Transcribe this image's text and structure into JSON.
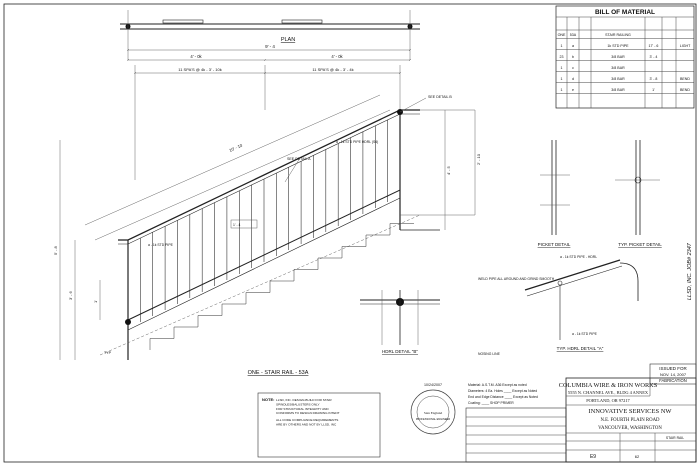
{
  "bom": {
    "title": "BILL OF MATERIAL",
    "rows": [
      {
        "qty": "ONE",
        "mark": "53A",
        "desc": "STAIR RAILING"
      },
      {
        "qty": "1",
        "mark": "a",
        "desc": "1k STD PIPE",
        "len": "17' - 6",
        "rem": "LIGHT"
      },
      {
        "qty": "23",
        "mark": "b",
        "desc": "3/8 BAR",
        "len": "3' - 4"
      },
      {
        "qty": "1",
        "mark": "c",
        "desc": "3/8 BAR"
      },
      {
        "qty": "1",
        "mark": "d",
        "desc": "3/8 BAR",
        "len": "3' - 8",
        "rem": "BEND"
      },
      {
        "qty": "1",
        "mark": "e",
        "desc": "3/8 BAR",
        "len": "1'",
        "rem": "BEND"
      }
    ]
  },
  "views": {
    "plan": "PLAN",
    "main_caption": "ONE - STAIR RAIL - 53A",
    "detail_b": "HDRL DETAIL \"B\"",
    "picket_detail": "PICKET DETAIL",
    "typ_picket_detail": "TYP. PICKET DETAIL",
    "typ_hdrl_detail": "TYP. HDRL DETAIL \"A\"",
    "see_detail_b": "SEE DETAIL B",
    "see_detail_a": "SEE DETAIL A",
    "pipe_callout": "a - 1k STD PIPE HDRL (S4)",
    "pipe_callout_2": "a - 1k STD PIPE",
    "pipe_callout_3": "a - 1k STD PIPE - HDRL",
    "nosing": "NOSING LINE",
    "typ": "TYP"
  },
  "dims": {
    "overall": "9' - 4",
    "seg_a": "4' - 0k",
    "seg_b": "11 SPA'S @ 4k - 3' - 10k",
    "seg_c": "11 SPA'S @ 4k - 3' - 4k",
    "diag": "10' - 10",
    "vert1": "3' - 6",
    "vert2": "2' - 10",
    "vert3": "5' - 8",
    "vert4": "4' - 5",
    "small1": "1'",
    "small2": "3 1/2",
    "small3": "1' - 4"
  },
  "notes": {
    "weld": "WELD PIPE ALL AROUND AND GRIND SMOOTH",
    "material": "Material: A.S.T.M. A36 Except as noted",
    "diameters": "Diameters:  4 Ea. Holes ____  Except as Noted",
    "end_edge": "End and Edge Distance ____  Except as Noted",
    "coating": "Coating: ____  SHOP PRIMER",
    "note_head": "NOTE:",
    "note1": "LLSD, INC. DESIGN-BUILD FOR STAIR SPINDLES/BALUSTERS ONLY FOR STRUCTURAL INTEGRITY AND CONFORMS TO DESIGN DRAWING INTENT",
    "note2": "ALL CODE COMPLIANCE REQUIREMENTS ARE BY OTHERS AND NOT BY LLSD, INC",
    "stamp_date": "10/24/2007",
    "stamp_name": "Stan Englund",
    "stamp_line": "PROFESSIONAL ENGINEER"
  },
  "title_block": {
    "issued_for": "ISSUED FOR",
    "issued_date": "NOV. 14, 2007",
    "fabrication": "FABRICATION",
    "company": "COLUMBIA WIRE & IRON WORKS",
    "address": "5555 N. CHANNEL AVE., BLDG 4 ANNEX",
    "city": "PORTLAND, OR  97217",
    "client": "INNOVATIVE SERVICES NW",
    "client_addr": "N.E. FOURTH PLAIN ROAD",
    "client_city": "VANCOUVER, WASHINGTON",
    "sheet": "E9",
    "job": "62",
    "stair_rail": "STAIR RAIL",
    "side_text": "LLSD, INC. JOB# 2347"
  }
}
